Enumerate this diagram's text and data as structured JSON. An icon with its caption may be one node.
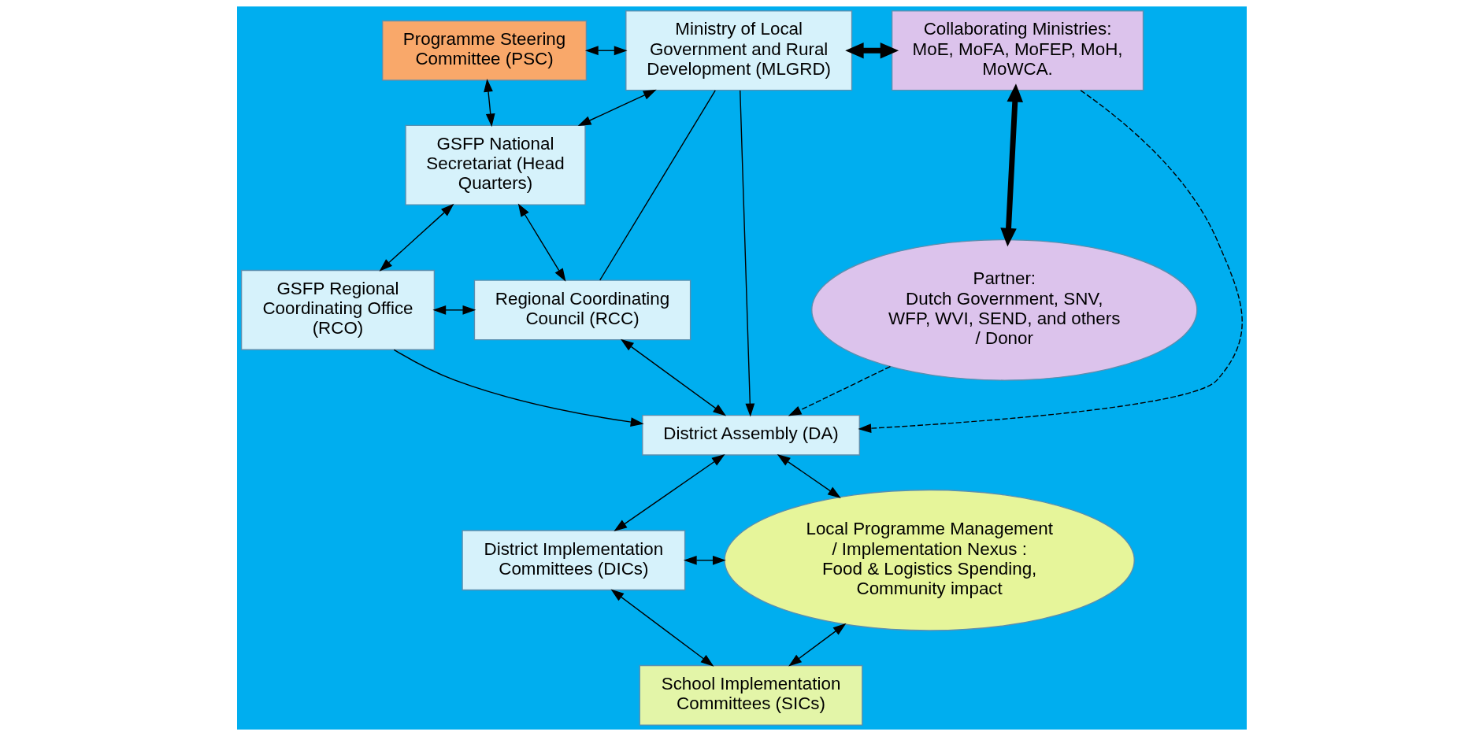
{
  "diagram": {
    "nodes": [
      {
        "text": [
          "Programme Steering Committee (PSC)"
        ]
      },
      {
        "text": [
          "Ministry of Local Government and Rural Development (MLGRD)"
        ]
      },
      {
        "text": [
          "Collaborating Ministries: MoE, MoFA, MoFEP, MoH, MoWCA."
        ]
      },
      {
        "text": [
          "GSFP National Secretariat (Head Quarters)"
        ]
      },
      {
        "text": [
          "GSFP Regional Coordinating Office (RCO)"
        ]
      },
      {
        "text": [
          "Regional Coordinating Council (RCC)"
        ]
      },
      {
        "text": [
          "Partner:",
          "Dutch Government, SNV, WFP, WVI, SEND, and others / Donor"
        ]
      },
      {
        "text": [
          "District Assembly (DA)"
        ]
      },
      {
        "text": [
          "District Implementation Committees (DICs)"
        ]
      },
      {
        "text": [
          "Local Programme Management / Implementation Nexus : Food & Logistics Spending, Community impact"
        ]
      },
      {
        "text": [
          "School Implementation Committees (SICs)"
        ]
      }
    ],
    "edges": [
      {
        "from": 0,
        "to": 1,
        "arrow": "both"
      },
      {
        "from": 1,
        "to": 2,
        "arrow": "both",
        "style": "thick"
      },
      {
        "from": 0,
        "to": 3,
        "arrow": "both"
      },
      {
        "from": 1,
        "to": 3,
        "arrow": "both"
      },
      {
        "from": 2,
        "to": 6,
        "arrow": "both",
        "style": "thick"
      },
      {
        "from": 3,
        "to": 4,
        "arrow": "both"
      },
      {
        "from": 3,
        "to": 5,
        "arrow": "both"
      },
      {
        "from": 1,
        "to": 5,
        "arrow": "none"
      },
      {
        "from": 1,
        "to": 7,
        "arrow": "to"
      },
      {
        "from": 4,
        "to": 5,
        "arrow": "both"
      },
      {
        "from": 2,
        "to": 7,
        "arrow": "to",
        "style": "dashed"
      },
      {
        "from": 6,
        "to": 7,
        "arrow": "to",
        "style": "dashed"
      },
      {
        "from": 5,
        "to": 7,
        "arrow": "both"
      },
      {
        "from": 4,
        "to": 7,
        "arrow": "to"
      },
      {
        "from": 7,
        "to": 8,
        "arrow": "both"
      },
      {
        "from": 7,
        "to": 9,
        "arrow": "both"
      },
      {
        "from": 8,
        "to": 9,
        "arrow": "both"
      },
      {
        "from": 8,
        "to": 10,
        "arrow": "both"
      },
      {
        "from": 10,
        "to": 9,
        "arrow": "both"
      }
    ]
  }
}
